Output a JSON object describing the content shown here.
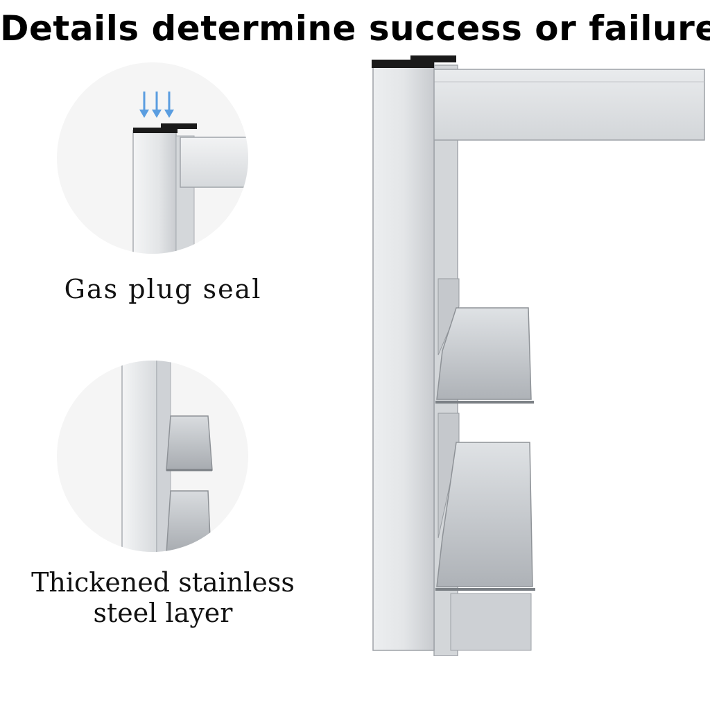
{
  "headline": "Details determine success or failure",
  "features": [
    {
      "label": "Gas plug seal",
      "icon": "gas-plug-seal-detail"
    },
    {
      "label_line1": "Thickened stainless",
      "label_line2": "steel layer",
      "icon": "stainless-steel-layer-detail"
    }
  ],
  "colors": {
    "steel_light": "#e4e6e8",
    "steel_mid": "#c3c6c9",
    "steel_dark": "#8e9297",
    "plug": "#1a1a1a",
    "arrow": "#5a9de0"
  }
}
